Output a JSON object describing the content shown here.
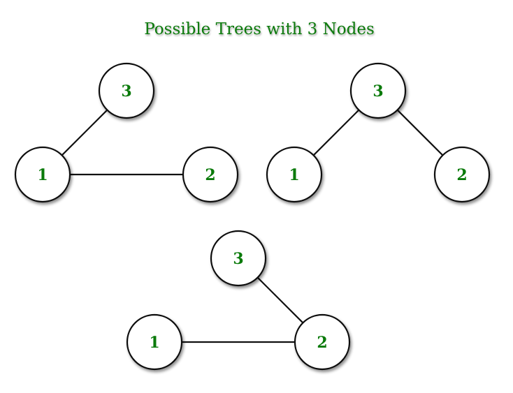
{
  "title": "Possible Trees with 3 Nodes",
  "colors": {
    "text": "#0a7a0a",
    "node_fill": "#ffffff",
    "stroke": "#111111",
    "shadow": "#9a9a9a"
  },
  "trees": [
    {
      "nodes": [
        {
          "label": "3"
        },
        {
          "label": "1"
        },
        {
          "label": "2"
        }
      ],
      "edges": [
        [
          "3",
          "1"
        ],
        [
          "1",
          "2"
        ]
      ]
    },
    {
      "nodes": [
        {
          "label": "3"
        },
        {
          "label": "1"
        },
        {
          "label": "2"
        }
      ],
      "edges": [
        [
          "3",
          "1"
        ],
        [
          "3",
          "2"
        ]
      ]
    },
    {
      "nodes": [
        {
          "label": "3"
        },
        {
          "label": "1"
        },
        {
          "label": "2"
        }
      ],
      "edges": [
        [
          "3",
          "2"
        ],
        [
          "1",
          "2"
        ]
      ]
    }
  ]
}
